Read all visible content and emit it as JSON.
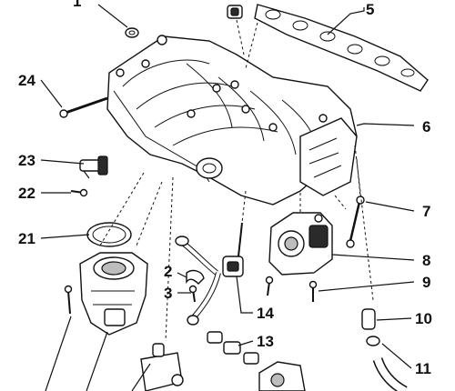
{
  "callouts": {
    "c1": "1",
    "c2": "2",
    "c3": "3",
    "c5": "5",
    "c6": "6",
    "c7": "7",
    "c8": "8",
    "c9": "9",
    "c10": "10",
    "c11": "11",
    "c13": "13",
    "c14": "14",
    "c21": "21",
    "c22": "22",
    "c23": "23",
    "c24": "24"
  }
}
